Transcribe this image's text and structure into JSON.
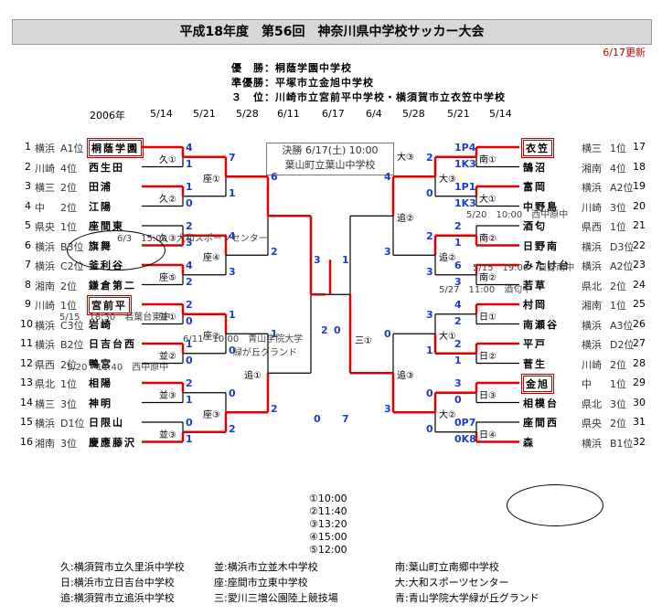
{
  "title": "平成18年度　第56回　神奈川県中学校サッカー大会",
  "updated": "6/17更新",
  "results": {
    "winner": "優　勝：桐蔭学園中学校",
    "runner_up": "準優勝：平塚市立金旭中学校",
    "third": "３　位：川崎市立宮前平中学校・横須賀市立衣笠中学校"
  },
  "header": {
    "year": "2006年",
    "left_dates": [
      "5/14",
      "5/21",
      "5/28",
      "6/11"
    ],
    "center_date": "6/17",
    "right_dates": [
      "6/4",
      "5/28",
      "5/21",
      "5/14"
    ]
  },
  "final_info": {
    "line1": "決勝 6/17(土) 10:00",
    "line2": "葉山町立葉山中学校"
  },
  "left_teams": [
    {
      "no": "1",
      "pref": "横浜",
      "seed": "A1位",
      "name": "桐蔭学園",
      "boxed": true
    },
    {
      "no": "2",
      "pref": "川崎",
      "seed": "4位",
      "name": "西生田",
      "boxed": false
    },
    {
      "no": "3",
      "pref": "横三",
      "seed": "2位",
      "name": "田浦",
      "boxed": false
    },
    {
      "no": "4",
      "pref": "中",
      "seed": "2位",
      "name": "江陽",
      "boxed": false
    },
    {
      "no": "5",
      "pref": "県央",
      "seed": "1位",
      "name": "座間東",
      "boxed": false
    },
    {
      "no": "6",
      "pref": "横浜",
      "seed": "B3位",
      "name": "旗舞",
      "boxed": false
    },
    {
      "no": "7",
      "pref": "横浜",
      "seed": "C2位",
      "name": "釜利谷",
      "boxed": false
    },
    {
      "no": "8",
      "pref": "湘南",
      "seed": "2位",
      "name": "鎌倉第二",
      "boxed": false
    },
    {
      "no": "9",
      "pref": "川崎",
      "seed": "1位",
      "name": "宮前平",
      "boxed": true
    },
    {
      "no": "10",
      "pref": "横浜",
      "seed": "C3位",
      "name": "岩崎",
      "boxed": false
    },
    {
      "no": "11",
      "pref": "横浜",
      "seed": "B2位",
      "name": "日吉台西",
      "boxed": false
    },
    {
      "no": "12",
      "pref": "県西",
      "seed": "2位",
      "name": "鴨宮",
      "boxed": false
    },
    {
      "no": "13",
      "pref": "県北",
      "seed": "1位",
      "name": "相陽",
      "boxed": false
    },
    {
      "no": "14",
      "pref": "横三",
      "seed": "3位",
      "name": "神明",
      "boxed": false
    },
    {
      "no": "15",
      "pref": "横浜",
      "seed": "D1位",
      "name": "日限山",
      "boxed": false
    },
    {
      "no": "16",
      "pref": "湘南",
      "seed": "3位",
      "name": "慶應藤沢",
      "boxed": false
    }
  ],
  "right_teams": [
    {
      "no": "17",
      "pref": "横三",
      "seed": "1位",
      "name": "衣笠",
      "boxed": true
    },
    {
      "no": "18",
      "pref": "湘南",
      "seed": "4位",
      "name": "鵠沼",
      "boxed": false
    },
    {
      "no": "19",
      "pref": "横浜",
      "seed": "A2位",
      "name": "富岡",
      "boxed": false
    },
    {
      "no": "20",
      "pref": "川崎",
      "seed": "3位",
      "name": "中野島",
      "boxed": false
    },
    {
      "no": "21",
      "pref": "県西",
      "seed": "1位",
      "name": "酒匂",
      "boxed": false
    },
    {
      "no": "22",
      "pref": "横浜",
      "seed": "D3位",
      "name": "日野南",
      "boxed": false
    },
    {
      "no": "23",
      "pref": "横浜",
      "seed": "A2位",
      "name": "みたけ台",
      "boxed": false
    },
    {
      "no": "24",
      "pref": "県北",
      "seed": "2位",
      "name": "若草",
      "boxed": false
    },
    {
      "no": "25",
      "pref": "湘南",
      "seed": "1位",
      "name": "村岡",
      "boxed": false
    },
    {
      "no": "26",
      "pref": "横浜",
      "seed": "A3位",
      "name": "南瀬谷",
      "boxed": false
    },
    {
      "no": "27",
      "pref": "横浜",
      "seed": "D2位",
      "name": "平戸",
      "boxed": false
    },
    {
      "no": "28",
      "pref": "川崎",
      "seed": "2位",
      "name": "菅生",
      "boxed": false
    },
    {
      "no": "29",
      "pref": "中",
      "seed": "1位",
      "name": "金旭",
      "boxed": true
    },
    {
      "no": "30",
      "pref": "県北",
      "seed": "3位",
      "name": "相模台",
      "boxed": false
    },
    {
      "no": "31",
      "pref": "県央",
      "seed": "2位",
      "name": "座間西",
      "boxed": false
    },
    {
      "no": "32",
      "pref": "横浜",
      "seed": "B1位",
      "name": "森",
      "boxed": false
    }
  ],
  "left_r1_venues": [
    "久①",
    "久②",
    "久③",
    "座⑤",
    "並①",
    "並②",
    "並③",
    "並③"
  ],
  "left_r2_venues": [
    "座①",
    "座④",
    "座②",
    "座③"
  ],
  "left_r3_venues": [
    "追①"
  ],
  "right_r1_venues": [
    "南①",
    "大①",
    "南②",
    "南②",
    "日①",
    "日②",
    "日③",
    "日④"
  ],
  "right_r2_venues": [
    "大③",
    "追②",
    "大①",
    "大②"
  ],
  "right_r3_venues": [
    "追③"
  ],
  "final_venue": "三①",
  "scores": {
    "l1": [
      "4",
      "1",
      "1",
      "0",
      "2",
      "3",
      "4",
      "2",
      "2",
      "0",
      "1",
      "0",
      "2",
      "1",
      "0",
      "1"
    ],
    "l2": [
      "7",
      "1",
      "4",
      "3",
      "1",
      "0",
      "0",
      "2"
    ],
    "l3": [
      "6",
      "2",
      "1",
      "2"
    ],
    "lsemi": [
      "3",
      "0"
    ],
    "final": [
      "2",
      "0"
    ],
    "rsemi": [
      "1",
      "7"
    ],
    "r3": [
      "4",
      "3",
      "0",
      "3"
    ],
    "r2": [
      "2",
      "0",
      "2",
      "3",
      "3",
      "1",
      "0",
      "0"
    ],
    "r1": [
      "1P4",
      "1K3",
      "1P1",
      "1K3",
      "2",
      "1",
      "6",
      "3",
      "4",
      "2",
      "2",
      "1",
      "3",
      "0",
      "0P7",
      "0K8"
    ]
  },
  "notes": {
    "n1": "6/3　15:00　大和スポーツセンター",
    "n2": "5/15　18:30　若葉台東中",
    "n3": "6/11　10:00　青山学院大学",
    "n3b": "緑が丘グランド",
    "n4": "5/20　11:40　西中原中",
    "n5": "5/20　10:00　西中原中",
    "n6": "5/15　19:00　日野南中",
    "n7": "5/27　11:00　酒匂中"
  },
  "times": [
    "①10:00",
    "②11:40",
    "③13:20",
    "④15:00",
    "⑤12:00"
  ],
  "legend": [
    "久:横須賀市立久里浜中学校",
    "並:横浜市立並木中学校",
    "南:葉山町立南郷中学校",
    "日:横浜市立日吉台中学校",
    "座:座間市立東中学校",
    "大:大和スポーツセンター",
    "追:横須賀市立追浜中学校",
    "三:愛川三増公園陸上競技場",
    "青:青山学院大学緑が丘グランド"
  ],
  "colors": {
    "winner_line": "#e00000",
    "line": "#000000",
    "score": "#1a3fcc"
  }
}
